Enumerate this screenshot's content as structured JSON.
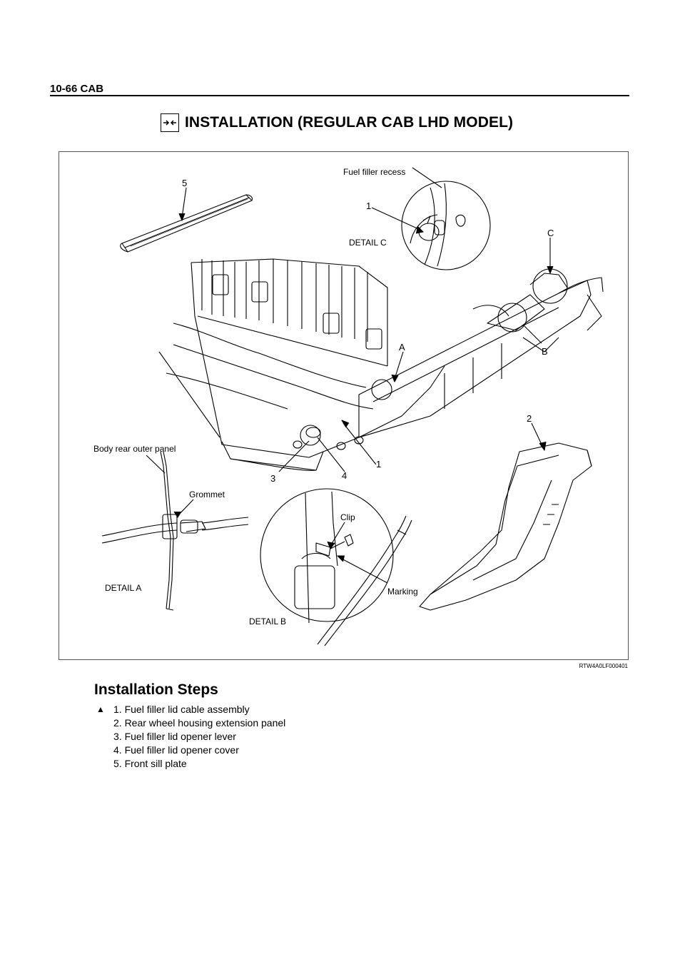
{
  "header": {
    "page_label": "10-66  CAB"
  },
  "section": {
    "title": "INSTALLATION (REGULAR CAB LHD MODEL)",
    "icon": "install-arrows-icon"
  },
  "figure": {
    "code": "RTW4A0LF000401",
    "callouts": {
      "fuel_filler_recess": "Fuel filler recess",
      "body_rear_outer_panel": "Body rear outer panel",
      "grommet": "Grommet",
      "clip": "Clip",
      "marking": "Marking",
      "detail_a": "DETAIL A",
      "detail_b": "DETAIL B",
      "detail_c": "DETAIL C",
      "ref_a": "A",
      "ref_b": "B",
      "ref_c": "C",
      "num_1_top": "1",
      "num_1_main": "1",
      "num_2": "2",
      "num_3": "3",
      "num_4": "4",
      "num_5": "5"
    }
  },
  "steps": {
    "title": "Installation Steps",
    "items": [
      {
        "mark": "▲",
        "text": "1. Fuel filler lid cable assembly"
      },
      {
        "mark": "",
        "text": "2. Rear wheel housing extension panel"
      },
      {
        "mark": "",
        "text": "3. Fuel filler lid opener lever"
      },
      {
        "mark": "",
        "text": "4. Fuel filler lid opener cover"
      },
      {
        "mark": "",
        "text": "5. Front sill plate"
      }
    ]
  }
}
